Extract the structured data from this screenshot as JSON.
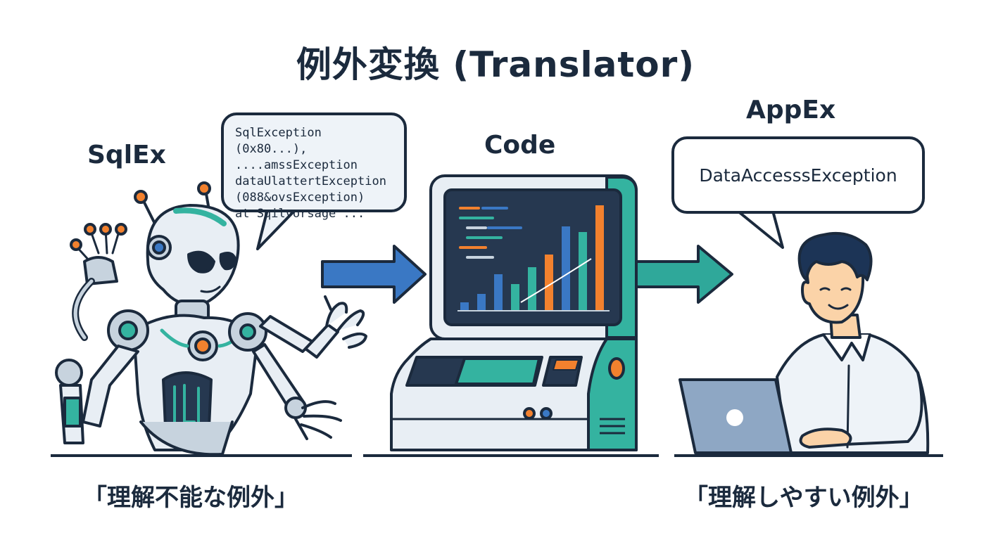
{
  "title": "例外変換 (Translator)",
  "labels": {
    "left": "SqlEx",
    "center": "Code",
    "right": "AppEx"
  },
  "left_bubble": {
    "lines": [
      "SqlException (0x80...),",
      "....amssException",
      "dataUlattertException",
      "(088&ovsException)",
      "at Sqilvorsage ..."
    ]
  },
  "right_bubble": {
    "text": "DataAccesssException"
  },
  "captions": {
    "left": "「理解不能な例外」",
    "right": "「理解しやすい例外」"
  },
  "icons": {
    "left_figure": "robot-icon",
    "center_figure": "computer-terminal-icon",
    "right_figure": "person-with-laptop-icon",
    "arrow_in": "arrow-right-icon",
    "arrow_out": "arrow-right-icon"
  },
  "colors": {
    "outline": "#1b2a3d",
    "arrow_blue": "#3a78c4",
    "arrow_teal": "#2fa89a",
    "accent_orange": "#f2812e",
    "teal": "#34b3a0",
    "screen": "#263850"
  }
}
